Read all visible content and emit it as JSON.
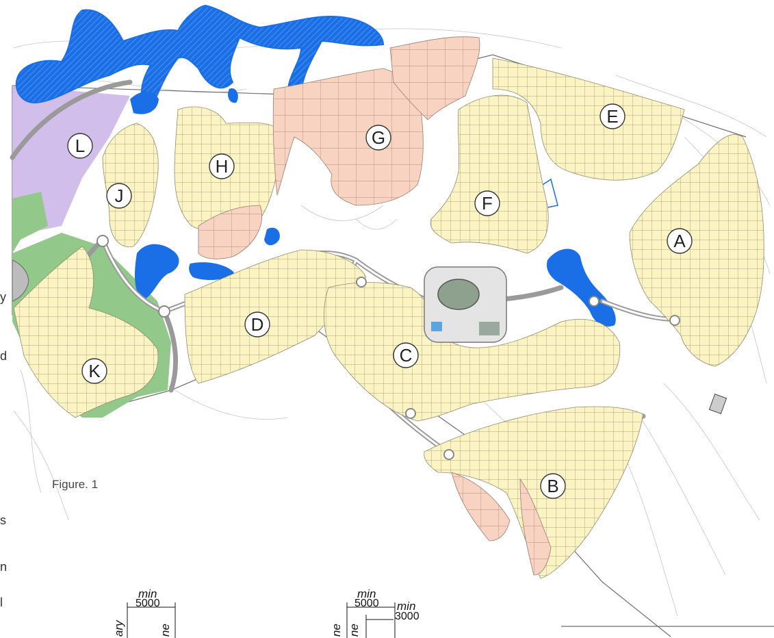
{
  "figure_caption": "Figure. 1",
  "zone_labels": [
    "A",
    "B",
    "C",
    "D",
    "E",
    "F",
    "G",
    "H",
    "J",
    "K",
    "L"
  ],
  "colors": {
    "residential_lot": "#fbf3c2",
    "large_lot": "#f8d3c2",
    "water": "#1a6fe6",
    "green_space": "#92c98a",
    "lavender_zone": "#c9b3e6",
    "road_outline": "#9a9a9a",
    "contour": "#b5b5b5"
  },
  "dimensions": {
    "left": {
      "min": "min",
      "value": "5000",
      "side_text_1": "ary",
      "side_text_2": "ne"
    },
    "right": {
      "min": "min",
      "value": "5000",
      "min2": "min",
      "value2": "3000",
      "side_text_1": "ne",
      "side_text_2": "ne"
    }
  },
  "cut_text": [
    "y",
    "d",
    "s",
    "n",
    "l"
  ]
}
